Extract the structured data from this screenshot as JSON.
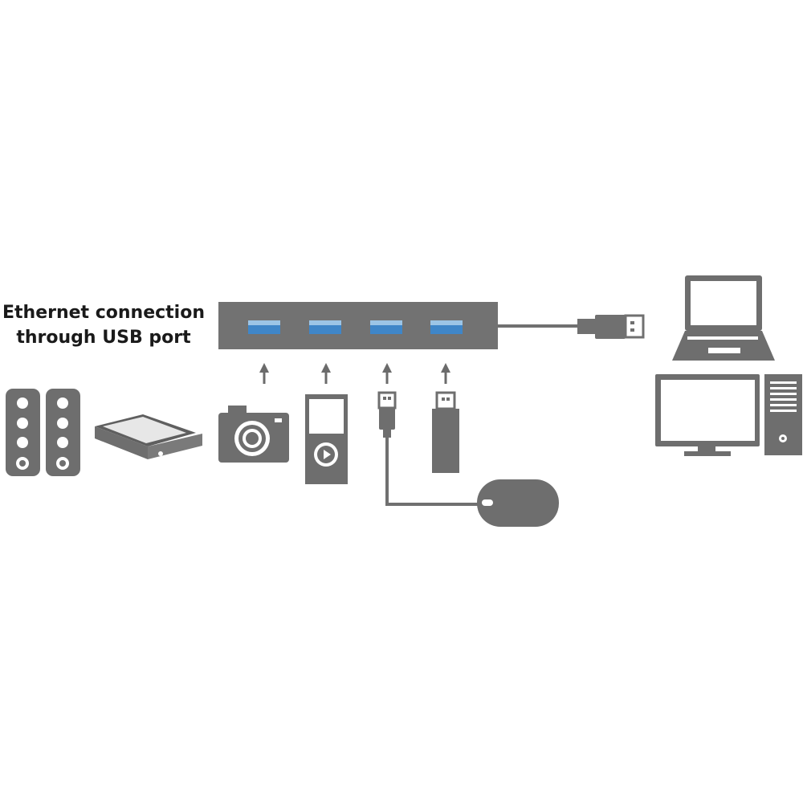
{
  "caption": {
    "line1": "Ethernet connection",
    "line2": "through USB port"
  },
  "hub": {
    "port_count": 4
  },
  "colors": {
    "device_gray": "#6e6e6e",
    "hub_gray": "#727272",
    "cable_gray": "#707070",
    "port_blue": "#3f86c8",
    "port_highlight": "#9cc5e6",
    "background": "#ffffff",
    "text": "#1a1a1a"
  },
  "icons": {
    "hub": "usb-hub-icon",
    "connected_devices": [
      "speakers-icon",
      "scanner-icon",
      "camera-icon",
      "media-player-icon",
      "usb-cable-icon",
      "usb-flash-drive-icon",
      "mouse-icon"
    ],
    "hosts": [
      "laptop-icon",
      "desktop-computer-icon"
    ]
  }
}
